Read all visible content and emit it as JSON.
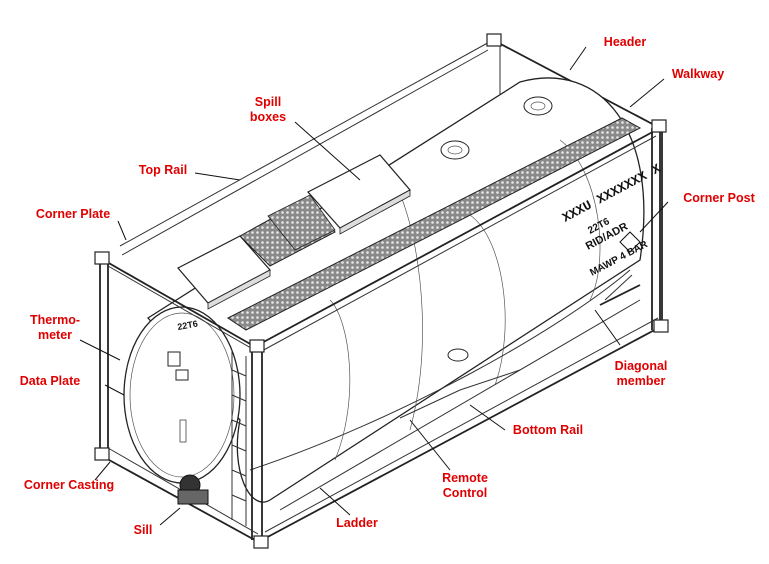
{
  "diagram": {
    "label_color": "#e00000",
    "labels": {
      "header": "Header",
      "walkway": "Walkway",
      "spill_boxes_line1": "Spill",
      "spill_boxes_line2": "boxes",
      "top_rail": "Top Rail",
      "corner_post": "Corner Post",
      "corner_plate": "Corner Plate",
      "thermometer_line1": "Thermo-",
      "thermometer_line2": "meter",
      "data_plate": "Data Plate",
      "diagonal_member_line1": "Diagonal",
      "diagonal_member_line2": "member",
      "bottom_rail": "Bottom Rail",
      "remote_control_line1": "Remote",
      "remote_control_line2": "Control",
      "corner_casting": "Corner Casting",
      "sill": "Sill",
      "ladder": "Ladder"
    },
    "markings": {
      "tank_id": "XXXU XXXXXXX X",
      "type_code": "22T6",
      "regulation": "RID/ADR",
      "pressure": "MAWP 4 BAR",
      "end_type_code": "22T6"
    }
  }
}
